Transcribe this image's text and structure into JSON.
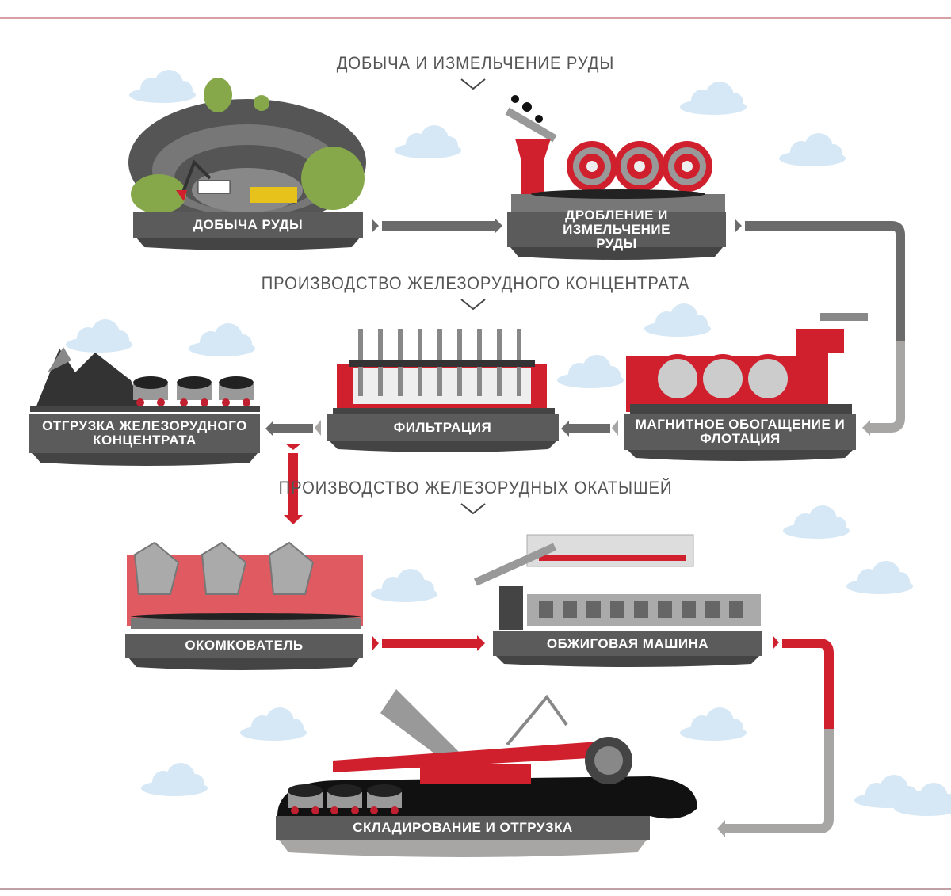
{
  "sections": [
    {
      "heading": "ДОБЫЧА И ИЗМЕЛЬЧЕНИЕ РУДЫ"
    },
    {
      "heading": "ПРОИЗВОДСТВО ЖЕЛЕЗОРУДНОГО КОНЦЕНТРАТА"
    },
    {
      "heading": "ПРОИЗВОДСТВО ЖЕЛЕЗОРУДНЫХ ОКАТЫШЕЙ"
    }
  ],
  "steps": [
    {
      "label": "ДОБЫЧА РУДЫ"
    },
    {
      "label": "ДРОБЛЕНИЕ И ИЗМЕЛЬЧЕНИЕ РУДЫ"
    },
    {
      "label": "МАГНИТНОЕ ОБОГАЩЕНИЕ И ФЛОТАЦИЯ"
    },
    {
      "label": "ФИЛЬТРАЦИЯ"
    },
    {
      "label": "ОТГРУЗКА ЖЕЛЕЗОРУДНОГО КОНЦЕНТРАТА"
    },
    {
      "label": "ОКОМКОВАТЕЛЬ"
    },
    {
      "label": "ОБЖИГОВАЯ МАШИНА"
    },
    {
      "label": "СКЛАДИРОВАНИЕ И ОТГРУЗКА"
    }
  ],
  "colors": {
    "accent": "#d0202e",
    "label_bg": "#5b5b5b",
    "arrow_gray": "#6b6b6b",
    "arrow_light": "#a8a6a4",
    "cloud": "#d6e8f5",
    "tree": "#86a84a"
  }
}
